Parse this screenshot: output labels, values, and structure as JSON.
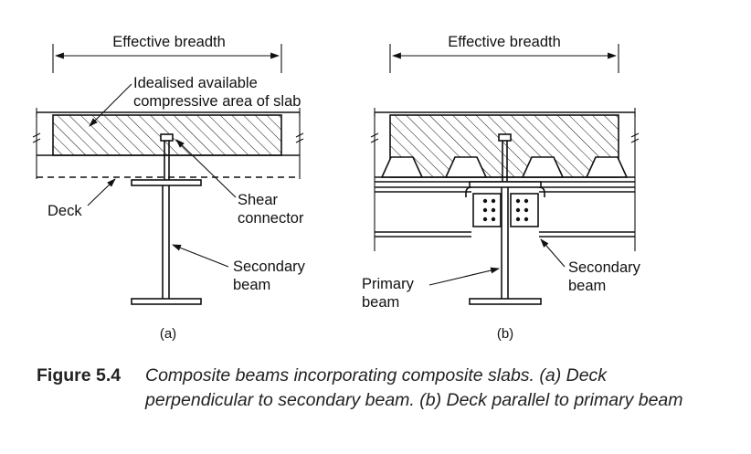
{
  "panel_a": {
    "effective_breadth": "Effective breadth",
    "idealised_line1": "Idealised available",
    "idealised_line2": "compressive area of slab",
    "deck": "Deck",
    "shear_line1": "Shear",
    "shear_line2": "connector",
    "secondary_line1": "Secondary",
    "secondary_line2": "beam",
    "sublabel": "(a)"
  },
  "panel_b": {
    "effective_breadth": "Effective breadth",
    "primary_line1": "Primary",
    "primary_line2": "beam",
    "secondary_line1": "Secondary",
    "secondary_line2": "beam",
    "sublabel": "(b)"
  },
  "caption": {
    "number": "Figure 5.4",
    "text": "Composite beams incorporating composite slabs. (a) Deck perpendicular to secondary beam. (b) Deck parallel to primary beam"
  }
}
